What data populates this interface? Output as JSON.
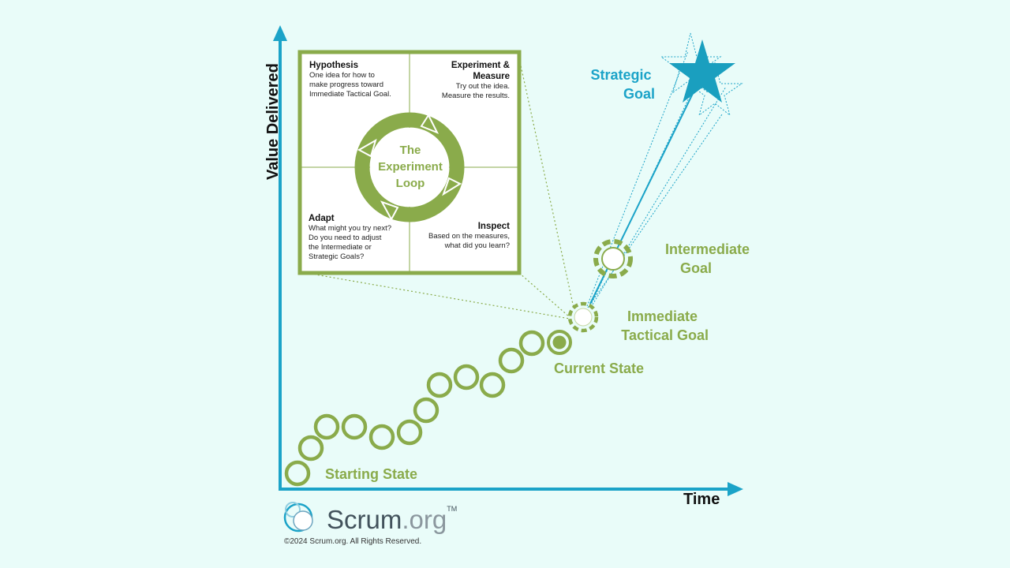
{
  "axes": {
    "y_label": "Value Delivered",
    "x_label": "Time"
  },
  "goals": {
    "strategic": [
      "Strategic",
      "Goal"
    ],
    "intermediate": [
      "Intermediate",
      "Goal"
    ],
    "immediate": [
      "Immediate",
      "Tactical Goal"
    ],
    "current": "Current State",
    "starting": "Starting State"
  },
  "loop_box": {
    "center_title": [
      "The",
      "Experiment",
      "Loop"
    ],
    "hypothesis": {
      "title": "Hypothesis",
      "lines": [
        "One idea for how to",
        "make progress toward",
        "Immediate Tactical Goal."
      ]
    },
    "experiment": {
      "title": [
        "Experiment &",
        "Measure"
      ],
      "lines": [
        "Try out the idea.",
        "Measure the results."
      ]
    },
    "adapt": {
      "title": "Adapt",
      "lines": [
        "What might you try next?",
        "Do you need to adjust",
        "the Intermediate or",
        "Strategic Goals?"
      ]
    },
    "inspect": {
      "title": "Inspect",
      "lines": [
        "Based on the measures,",
        "what did you learn?"
      ]
    }
  },
  "footer": {
    "logo_main": "Scrum",
    "logo_suffix": ".org",
    "logo_tm": "TM",
    "copyright": "©2024 Scrum.org. All Rights Reserved."
  },
  "colors": {
    "green": "#8aab4b",
    "blue": "#1ba3c8",
    "background": "#e9fcf9"
  },
  "icons": [
    "star-icon",
    "cycle-arrows-icon",
    "scrum-logo-icon"
  ]
}
